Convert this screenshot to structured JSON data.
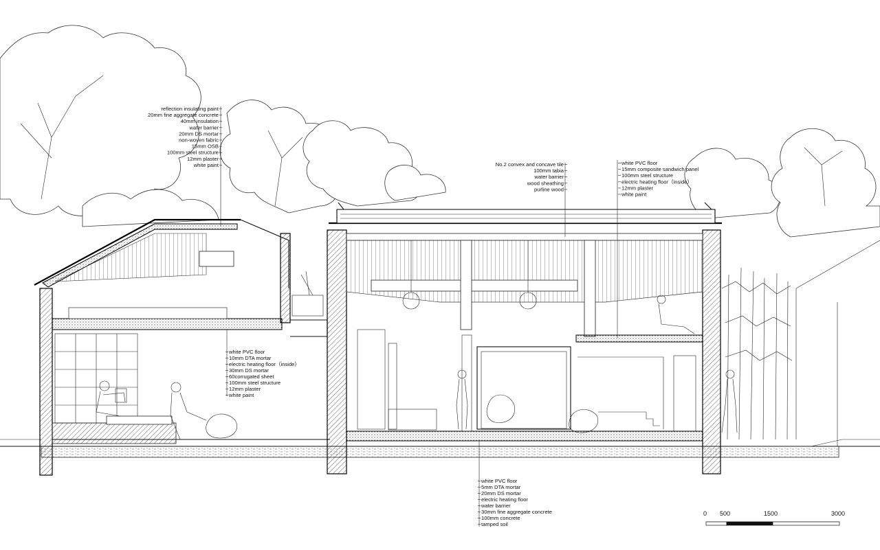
{
  "callouts": {
    "roof_left": [
      "reflection insulating paint",
      "20mm fine aggregate concrete",
      "40mm insulation",
      "water barrier",
      "20mm DS mortar",
      "non-woven fabric",
      "15mm OSB",
      "100mm steel structure",
      "12mm plaster",
      "white paint"
    ],
    "roof_tile": [
      "No.2 convex and concave tile",
      "100mm tabia",
      "water barrier",
      "wood sheathing",
      "purline wood"
    ],
    "floor_right": [
      "white PVC floor",
      "15mm composite sandwich panel",
      "100mm steel structure",
      "electric heating floor（inside）",
      "12mm plaster",
      "white paint"
    ],
    "floor_left": [
      "white PVC floor",
      "10mm DTA mortar",
      "electric heating floor（inside）",
      "30mm DS mortar",
      "60corrugated sheet",
      "100mm steel structure",
      "12mm plaster",
      "white paint"
    ],
    "ground": [
      "white PVC floor",
      "5mm DTA mortar",
      "20mm DS mortar",
      "electric heating floor",
      "water barrier",
      "30mm fine aggregate concrete",
      "100mm concrete",
      "tamped soil"
    ]
  },
  "scale_bar": {
    "labels": [
      "0",
      "500",
      "1500",
      "3000"
    ]
  }
}
